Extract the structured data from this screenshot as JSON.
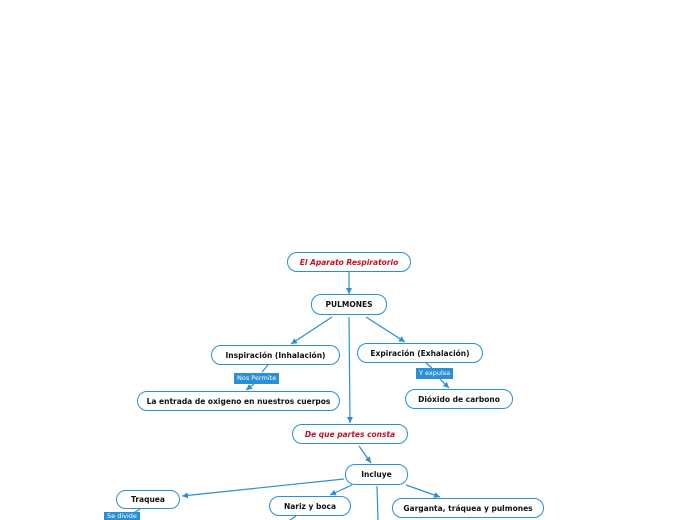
{
  "colors": {
    "line": "#2a8fd6",
    "title_text": "#c0102a",
    "text": "#111111",
    "tag_bg": "#2a8fd6",
    "tag_text": "#ffffff"
  },
  "nodes": {
    "title": "El Aparato Respiratorio",
    "pulmones": "PULMONES",
    "inspiracion": "Inspiración (Inhalación)",
    "expiracion": "Expiración (Exhalación)",
    "entrada": "La entrada de oxigeno en nuestros cuerpos",
    "dioxido": "Dióxido de carbono",
    "partes": "De que partes consta",
    "incluye": "Incluye",
    "traquea": "Traquea",
    "nariz": "Nariz y boca",
    "garganta": "Garganta, tráquea y pulmones"
  },
  "tags": {
    "nos_permite": "Nos Permite",
    "y_expulsa": "Y expulsa",
    "se_divide": "Se divide"
  }
}
